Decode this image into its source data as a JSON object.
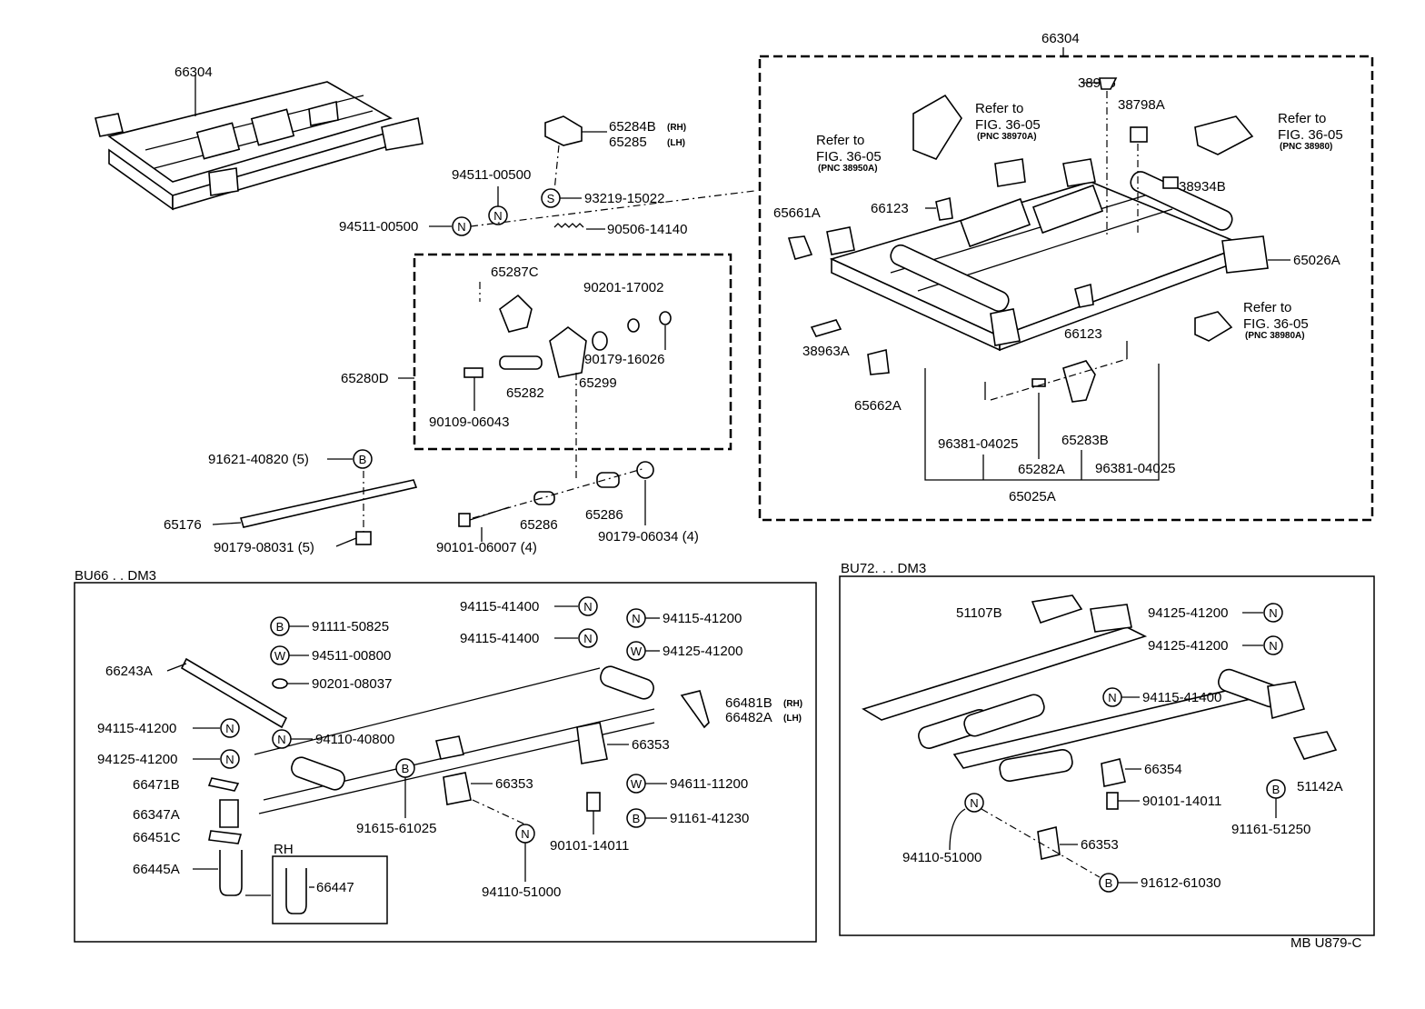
{
  "top_left": {
    "frame_label": "66304",
    "nut_a": "94511-00500",
    "nut_b": "94511-00500",
    "cap_rh": "65284B",
    "cap_rh_tag": "(RH)",
    "cap_lh": "65285",
    "cap_lh_tag": "(LH)",
    "screw": "93219-15022",
    "spring": "90506-14140",
    "assy": "65280D",
    "cam": "65287C",
    "washer1": "90201-17002",
    "pin": "65282",
    "bracket": "65299",
    "collar": "90179-16026",
    "bolt": "90109-06043",
    "bolt_b": "91621-40820 (5)",
    "bar": "65176",
    "nut_c": "90179-08031 (5)",
    "bolt_long": "90101-06007 (4)",
    "sleeve1": "65286",
    "sleeve2": "65286",
    "nut_d": "90179-06034 (4)"
  },
  "top_right": {
    "frame_label": "66304",
    "clip1": "38935",
    "clip2": "38798A",
    "ref1_line1": "Refer to",
    "ref1_line2": "FIG. 36-05",
    "ref1_pnc": "(PNC 38950A)",
    "ref2_line1": "Refer to",
    "ref2_line2": "FIG. 36-05",
    "ref2_pnc": "(PNC 38970A)",
    "ref3_line1": "Refer to",
    "ref3_line2": "FIG. 36-05",
    "ref3_pnc": "(PNC 38980)",
    "ref4_line1": "Refer to",
    "ref4_line2": "FIG. 36-05",
    "ref4_pnc": "(PNC 38980A)",
    "clip3": "38934B",
    "hook1": "65661A",
    "lock1": "66123",
    "lock2": "66123",
    "hinge": "65026A",
    "plate": "38963A",
    "hook2": "65662A",
    "pin_a": "96381-04025",
    "pin_b": "96381-04025",
    "roller": "65282A",
    "latch": "65283B",
    "assy": "65025A"
  },
  "bu66": {
    "title": "BU66 . . DM3",
    "b1": "91111-50825",
    "w1": "94511-00800",
    "washer": "90201-08037",
    "n1": "94115-41400",
    "n2": "94115-41400",
    "n3": "94115-41200",
    "w2": "94125-41200",
    "rail": "66243A",
    "n4": "94115-41200",
    "n5": "94110-40800",
    "w3": "94125-41200",
    "bracket_rh": "66481B",
    "bracket_rh_tag": "(RH)",
    "bracket_lh": "66482A",
    "bracket_lh_tag": "(LH)",
    "shim": "66471B",
    "stop1": "66353",
    "stop2": "66353",
    "holder": "66347A",
    "plate": "66451C",
    "b2": "91615-61025",
    "w4": "94611-11200",
    "b3": "91161-41230",
    "ubolt": "66445A",
    "rh_tag": "RH",
    "rh_part": "66447",
    "bolt": "90101-14011",
    "n6": "94110-51000"
  },
  "bu72": {
    "title": "BU72. . . DM3",
    "plate1": "51107B",
    "n1": "94125-41200",
    "n2": "94125-41200",
    "n3": "94115-41400",
    "stop1": "66354",
    "bolt": "90101-14011",
    "plate2": "51142A",
    "n4": "94110-51000",
    "stop2": "66353",
    "b1": "91161-51250",
    "b2": "91612-61030"
  },
  "footer": {
    "code": "MB U879-C"
  },
  "symbols": {
    "nut": "N",
    "washer": "W",
    "bolt": "B",
    "screw": "S"
  }
}
